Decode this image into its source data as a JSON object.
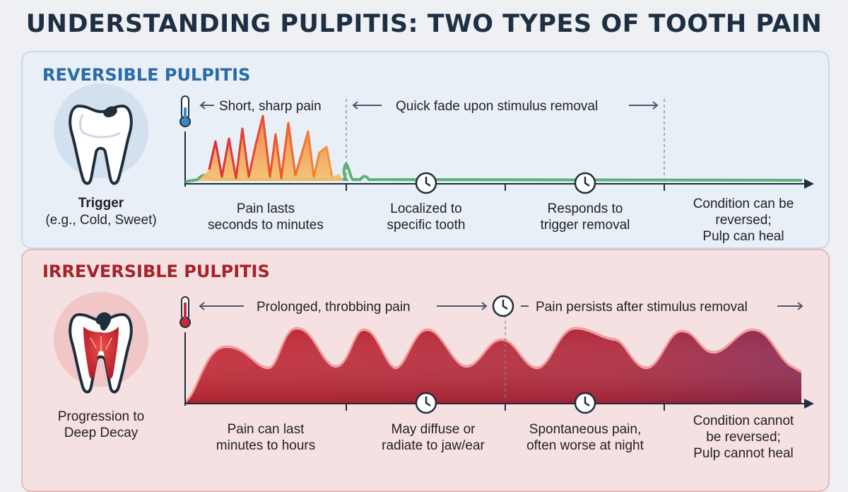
{
  "title": "UNDERSTANDING PULPITIS: TWO TYPES OF TOOTH PAIN",
  "reversible": {
    "heading": "REVERSIBLE PULPITIS",
    "trigger_title": "Trigger",
    "trigger_sub": "(e.g., Cold, Sweet)",
    "note_left": "Short, sharp pain",
    "note_right": "Quick fade upon stimulus removal",
    "labels": [
      [
        "Pain lasts",
        "seconds to minutes"
      ],
      [
        "Localized to",
        "specific tooth"
      ],
      [
        "Responds to",
        "trigger removal"
      ],
      [
        "Condition can be",
        "reversed;",
        "Pulp can heal"
      ]
    ]
  },
  "irreversible": {
    "heading": "IRREVERSIBLE PULPITIS",
    "cause": [
      "Progression to",
      "Deep Decay"
    ],
    "note_left": "Prolonged, throbbing pain",
    "note_right": "Pain persists after stimulus removal",
    "labels": [
      [
        "Pain can last",
        "minutes to hours"
      ],
      [
        "May diffuse or",
        "radiate to jaw/ear"
      ],
      [
        "Spontaneous pain,",
        "often worse at night"
      ],
      [
        "Condition cannot",
        "be reversed;",
        "Pulp cannot heal"
      ]
    ]
  },
  "colors": {
    "reversible_accent": "#2a6aa6",
    "irreversible_accent": "#a8222a",
    "baseline_green": "#5cb176",
    "wave_red": "#b32632"
  },
  "icons": [
    "tooth-decay-icon",
    "tooth-inflamed-icon",
    "thermometer-icon",
    "clock-icon",
    "arrow-icon"
  ]
}
